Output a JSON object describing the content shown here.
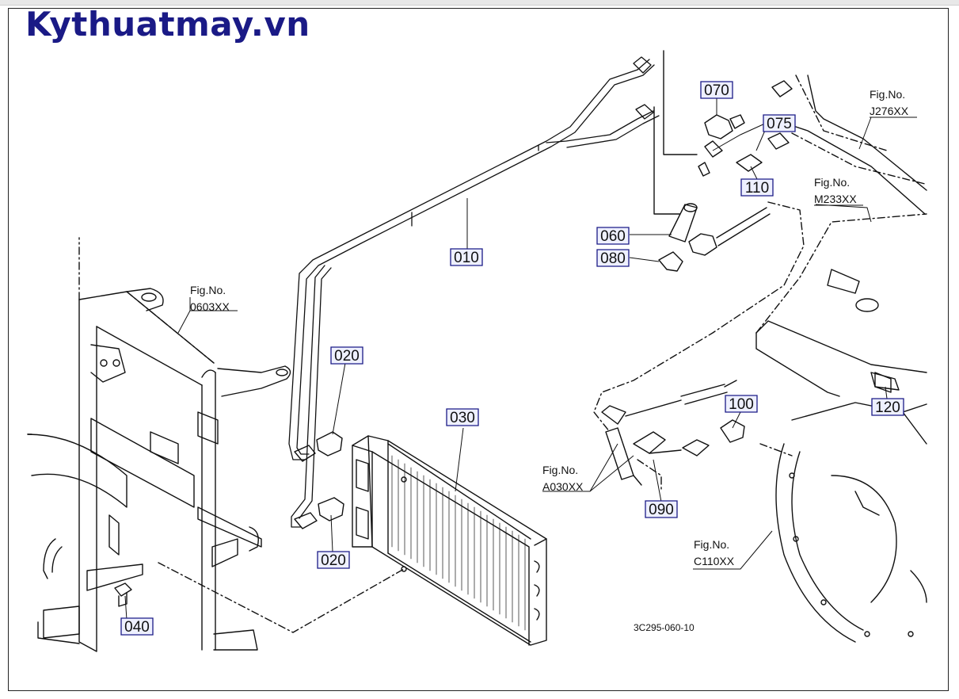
{
  "watermark": "Kythuatmay.vn",
  "diagram_code": "3C295-060-10",
  "parts": [
    {
      "id": "p010",
      "label": "010"
    },
    {
      "id": "p020a",
      "label": "020"
    },
    {
      "id": "p020b",
      "label": "020"
    },
    {
      "id": "p030",
      "label": "030"
    },
    {
      "id": "p040",
      "label": "040"
    },
    {
      "id": "p060",
      "label": "060"
    },
    {
      "id": "p070",
      "label": "070"
    },
    {
      "id": "p075",
      "label": "075"
    },
    {
      "id": "p080",
      "label": "080"
    },
    {
      "id": "p090",
      "label": "090"
    },
    {
      "id": "p100",
      "label": "100"
    },
    {
      "id": "p110",
      "label": "110"
    },
    {
      "id": "p120",
      "label": "120"
    }
  ],
  "fig_refs": [
    {
      "id": "j276",
      "line1": "Fig.No.",
      "line2": "J276XX"
    },
    {
      "id": "m233",
      "line1": "Fig.No.",
      "line2": "M233XX"
    },
    {
      "id": "f0603",
      "line1": "Fig.No.",
      "line2": "0603XX"
    },
    {
      "id": "a030",
      "line1": "Fig.No.",
      "line2": "A030XX"
    },
    {
      "id": "c110",
      "line1": "Fig.No.",
      "line2": "C110XX"
    }
  ]
}
